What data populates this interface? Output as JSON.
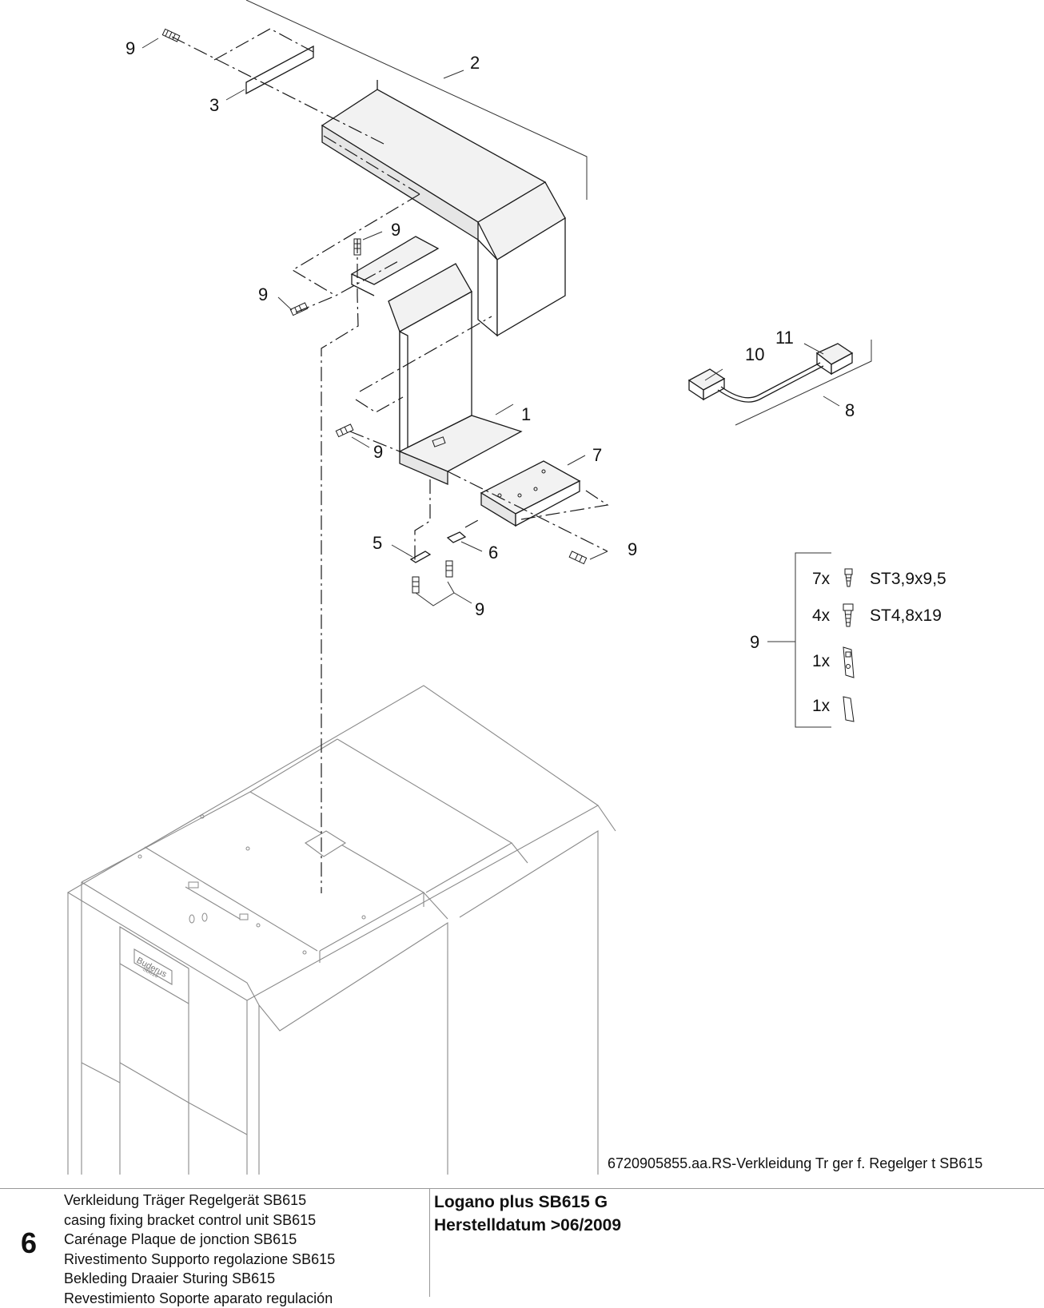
{
  "diagram": {
    "part_labels": {
      "p1": "1",
      "p2": "2",
      "p3": "3",
      "p5": "5",
      "p6": "6",
      "p7": "7",
      "p8": "8",
      "p10": "10",
      "p11": "11",
      "p9_top": "9",
      "p9_upper_right": "9",
      "p9_upper_left": "9",
      "p9_middle": "9",
      "p9_right": "9",
      "p9_bottom": "9"
    },
    "kit": {
      "label": "9",
      "items": [
        {
          "qty": "7x",
          "icon": "screw-small-icon",
          "spec": "ST3,9x9,5"
        },
        {
          "qty": "4x",
          "icon": "screw-large-icon",
          "spec": "ST4,8x19"
        },
        {
          "qty": "1x",
          "icon": "clip-plate-icon",
          "spec": ""
        },
        {
          "qty": "1x",
          "icon": "cover-plate-icon",
          "spec": ""
        }
      ]
    },
    "boiler_logo": "Buderus",
    "boiler_logo_sub": "SB615",
    "drawing_reference": "6720905855.aa.RS-Verkleidung Tr ger f. Regelger t SB615"
  },
  "footer": {
    "page_number": "6",
    "descriptions": [
      "Verkleidung Träger Regelgerät SB615",
      "casing fixing bracket control unit SB615",
      "Carénage Plaque de jonction SB615",
      "Rivestimento Supporto regolazione SB615",
      "Bekleding Draaier Sturing SB615",
      "Revestimiento Soporte aparato regulación"
    ],
    "product_name": "Logano plus SB615 G",
    "manufacture_date": "Herstelldatum >06/2009"
  }
}
